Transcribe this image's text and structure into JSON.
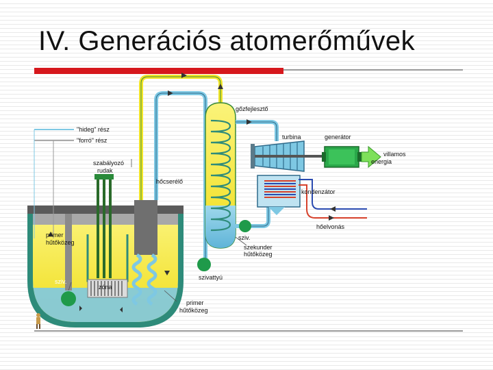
{
  "slide": {
    "title": "IV. Generációs atomerőművek"
  },
  "diagram": {
    "labels": {
      "hideg_resz": "\"hideg\" rész",
      "forro_resz": "\"forró\" rész",
      "szabalyozo": "szabályozó",
      "rudak": "rudak",
      "hocserelo": "hőcserélő",
      "gozfejleszto": "gőzfejlesztő",
      "turbina": "turbina",
      "generator": "generátor",
      "villamos": "villamos",
      "energia": "energia",
      "kondenzator": "kondenzátor",
      "hoelvonas": "hőelvonás",
      "sziv_right": "sziv.",
      "szekunder": "szekunder",
      "hutokozeg_right": "hűtőközeg",
      "szivattyu": "szivattyú",
      "primer_left": "primer",
      "hutokozeg_left": "hűtőközeg",
      "sziv_left": "sziv.",
      "zona": "zóna",
      "primer_bottom": "primer",
      "hutokozeg_bottom": "hűtőközeg"
    },
    "colors": {
      "hot_coolant": "#f2e528",
      "cold_coolant": "#7ec8e3",
      "secondary_loop": "#7ec8e3",
      "vessel": "#2e8b7a",
      "pump": "#1f9a4a",
      "generator": "#2aa84a",
      "heat_removal": "#d6402a",
      "arrow_out": "#7ee05a"
    }
  }
}
